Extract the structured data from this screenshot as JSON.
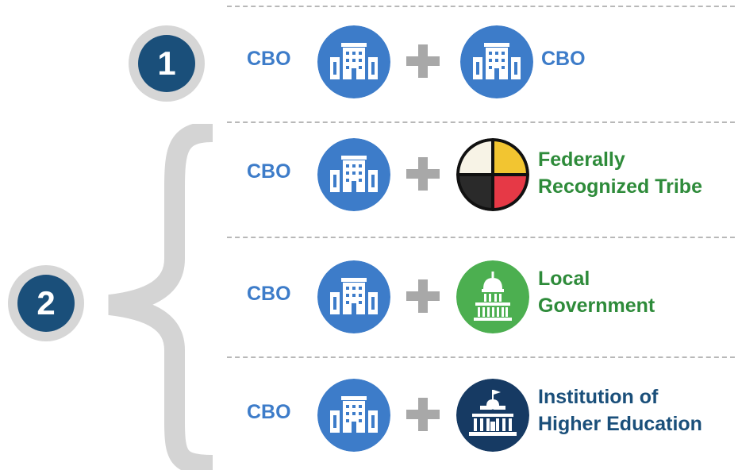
{
  "badges": {
    "one": "1",
    "two": "2"
  },
  "colors": {
    "cbo_blue": "#3d7cc9",
    "badge_navy": "#1a4f7a",
    "tribe_green": "#2e8b3a",
    "gov_green": "#4caf50",
    "gray": "#a8a8a8"
  },
  "rows": [
    {
      "left_label": "CBO",
      "right_label": "CBO",
      "partner_icon": "building-icon"
    },
    {
      "left_label": "CBO",
      "partner_line1": "Federally",
      "partner_line2": "Recognized Tribe",
      "partner_icon": "medicine-wheel-icon"
    },
    {
      "left_label": "CBO",
      "partner_line1": "Local",
      "partner_line2": "Government",
      "partner_icon": "capitol-icon"
    },
    {
      "left_label": "CBO",
      "partner_line1": "Institution of",
      "partner_line2": "Higher Education",
      "partner_icon": "university-icon"
    }
  ]
}
